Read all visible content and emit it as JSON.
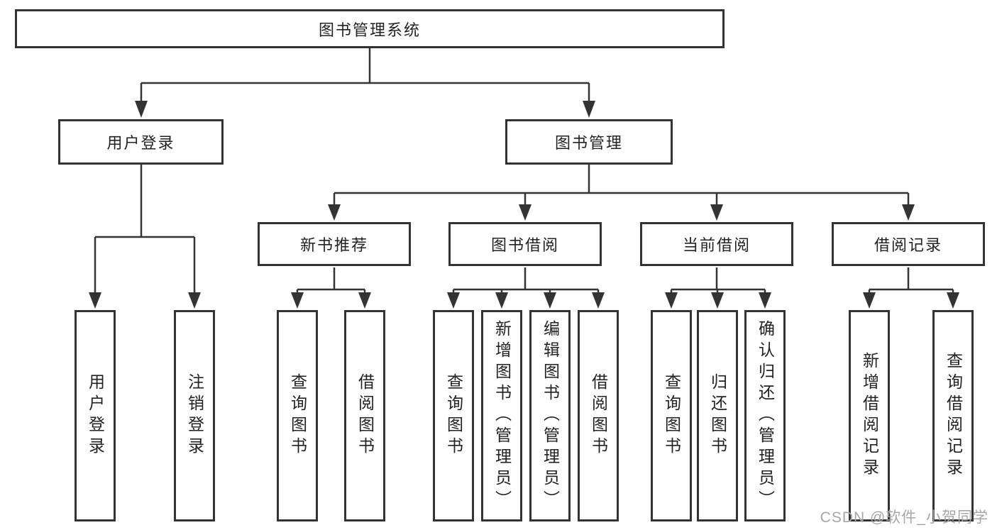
{
  "colors": {
    "line": "#333333",
    "box_border": "#333333",
    "box_background": "#ffffff",
    "text": "#222222",
    "watermark": "#a6a6a6"
  },
  "nodes": {
    "root": "图书管理系统",
    "user_login": "用户登录",
    "book_management": "图书管理",
    "new_book_recommend": "新书推荐",
    "book_borrow": "图书借阅",
    "current_borrow": "当前借阅",
    "borrow_records": "借阅记录",
    "user_login_action": "用户登录",
    "logout_action": "注销登录",
    "recommend_query_books": "查询图书",
    "recommend_borrow_books": "借阅图书",
    "borrow_query_books": "查询图书",
    "borrow_add_books": "新增图书（管理员）",
    "borrow_edit_books": "编辑图书（管理员）",
    "borrow_borrow_books": "借阅图书",
    "current_query_books": "查询图书",
    "current_return_books": "归还图书",
    "current_confirm_return": "确认归还（管理员）",
    "records_add_record": "新增借阅记录",
    "records_query_record": "查询借阅记录"
  },
  "watermark": "CSDN @软件_小贺同学"
}
